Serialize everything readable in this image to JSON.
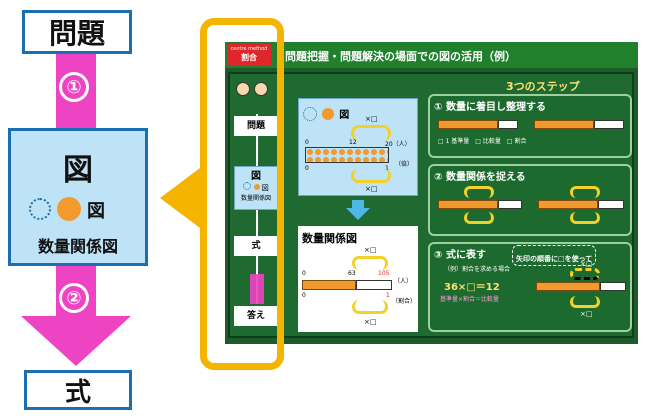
{
  "left_flow": {
    "top_label": "問題",
    "step1": "①",
    "figure_title": "図",
    "figure_icon_label": "図",
    "figure_subtitle": "数量関係図",
    "step2": "②",
    "bottom_label": "式"
  },
  "slide": {
    "logo_line1": "centre method",
    "logo_line2": "割合",
    "title": "問題把握・問題解決の場面での図の活用（例）",
    "flow": {
      "problem": "問題",
      "figure": "図",
      "figure_icon": "図",
      "figure_sub": "数量関係図",
      "formula": "式",
      "answer": "答え"
    },
    "diagram_top": {
      "icon_label": "図",
      "times": "×□",
      "tick0": "0",
      "tick12": "12",
      "tick20": "20（人）",
      "tick_b0": "0",
      "tick_b1": "1",
      "paren_b": "（倍）",
      "times_bottom": "×□"
    },
    "diagram_bottom": {
      "title": "数量関係図",
      "times": "×□",
      "tick0": "0",
      "tick63": "63",
      "tick105": "105",
      "unit_people": "（人）",
      "tick_b0": "0",
      "tick_b1": "1",
      "unit_rate": "（割合）",
      "times_bottom": "×□"
    },
    "steps": {
      "heading": "3つのステップ",
      "step1": "① 数量に着目し整理する",
      "step1_legend": "□ 1 基準量　□ 比較量　□ 割合",
      "step2": "② 数量関係を捉える",
      "step3": "③ 式に表す",
      "step3_hint": "矢印の順番に□を使って",
      "step3_example": "（例）割合を求める場合",
      "equation": "36×□＝12",
      "equation_words": "基準量×割合＝比較量",
      "times_top": "×□",
      "times_bottom": "×□"
    }
  },
  "colors": {
    "pink": "#ee44c4",
    "blue_border": "#1a6fb0",
    "orange_highlight": "#f5b400",
    "board_green": "#1e6a30"
  }
}
